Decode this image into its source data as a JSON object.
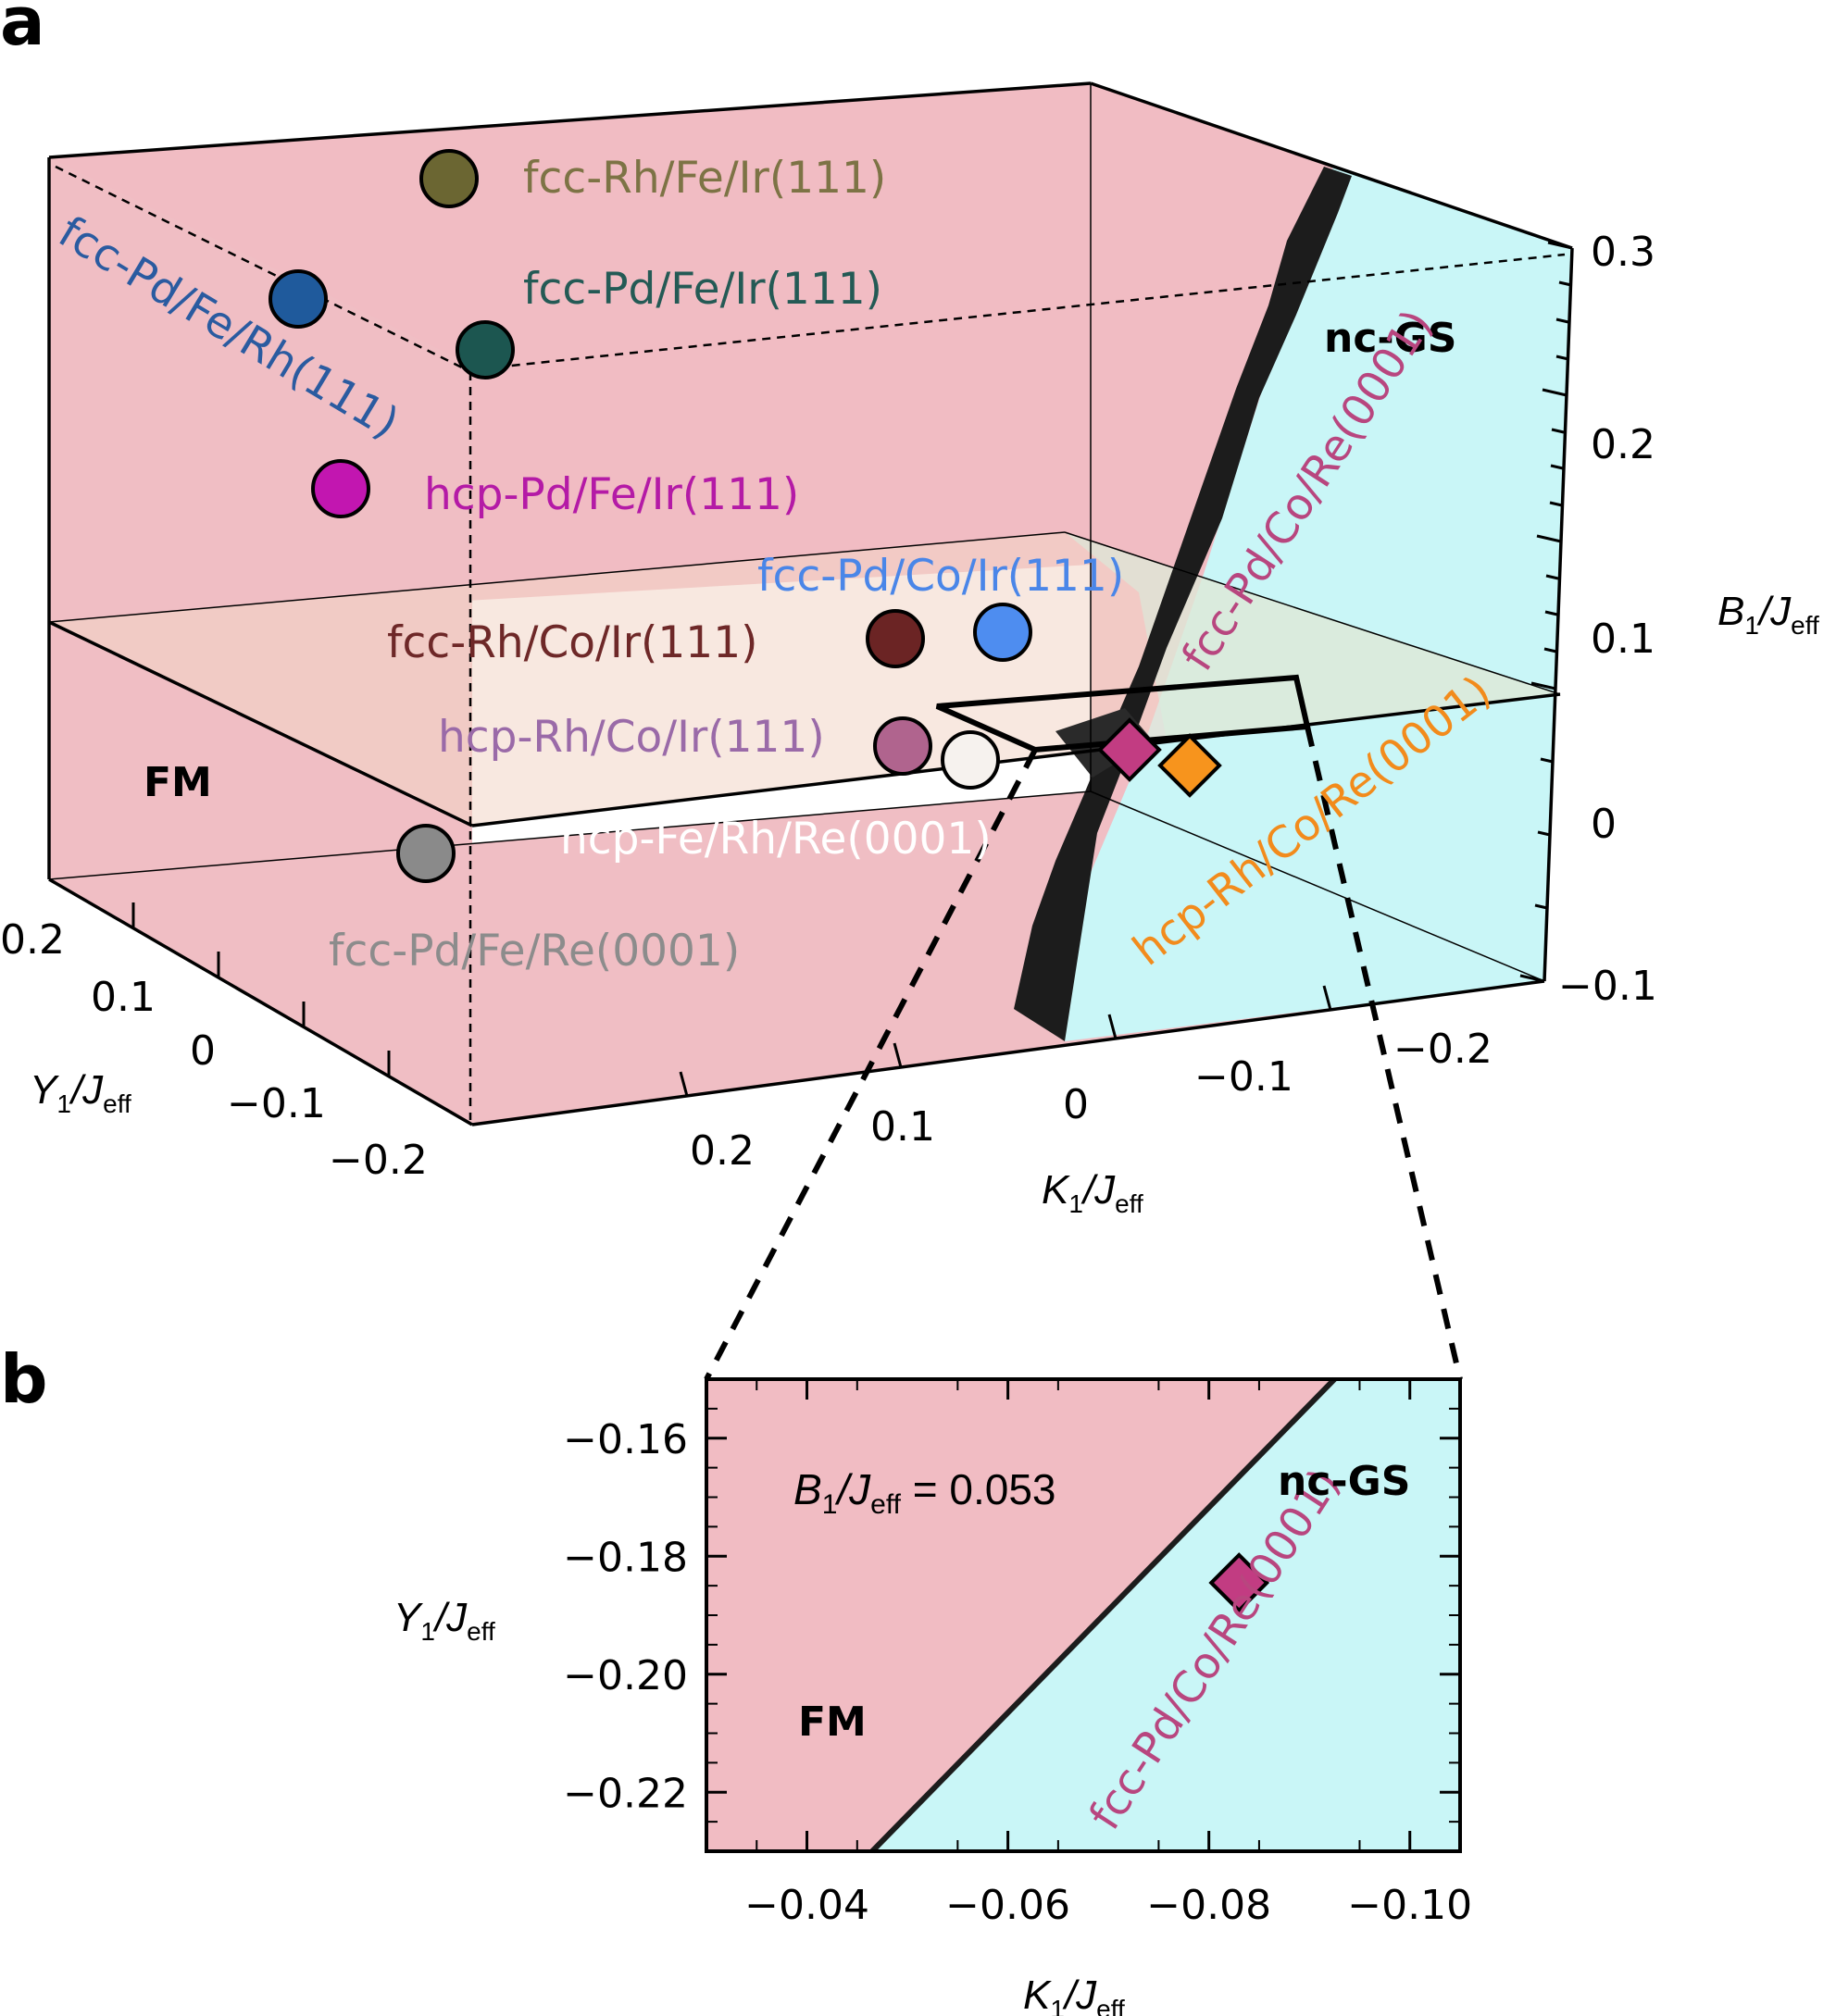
{
  "panel_labels": {
    "a": "a",
    "b": "b"
  },
  "colors": {
    "fm_region": "#f1bcc3",
    "ncgs_region": "#c9f6f7",
    "boundary": "#1c1c1c"
  },
  "chart_data": [
    {
      "panel": "a",
      "type": "scatter",
      "view": "3d",
      "axes": {
        "x": {
          "label_main": "K",
          "label_sub": "1",
          "label_div": "/J",
          "label_sub2": "eff",
          "ticks": [
            "0.2",
            "0.1",
            "0",
            "−0.1",
            "−0.2"
          ]
        },
        "y": {
          "label_main": "Y",
          "label_sub": "1",
          "label_div": "/J",
          "label_sub2": "eff",
          "ticks": [
            "0.2",
            "0.1",
            "0",
            "−0.1",
            "−0.2"
          ]
        },
        "z": {
          "label_main": "B",
          "label_sub": "1",
          "label_div": "/J",
          "label_sub2": "eff",
          "ticks": [
            "0.3",
            "0.2",
            "0.1",
            "0",
            "−0.1"
          ]
        }
      },
      "regions": [
        {
          "label": "FM",
          "color": "#f1bcc3"
        },
        {
          "label": "nc-GS",
          "color": "#c9f6f7"
        }
      ],
      "slice_plane": {
        "B1": 0.053
      },
      "points": [
        {
          "label": "fcc-Rh/Fe/Ir(111)",
          "marker": "circle",
          "color": "#6b6632",
          "label_color": "#7d7345"
        },
        {
          "label": "fcc-Pd/Fe/Rh(111)",
          "marker": "circle",
          "color": "#1f5a9c",
          "label_color": "#2a5ba0"
        },
        {
          "label": "fcc-Pd/Fe/Ir(111)",
          "marker": "circle",
          "color": "#1c5650",
          "label_color": "#245a55"
        },
        {
          "label": "hcp-Pd/Fe/Ir(111)",
          "marker": "circle",
          "color": "#c216b0",
          "label_color": "#b41aa6"
        },
        {
          "label": "fcc-Pd/Co/Ir(111)",
          "marker": "circle",
          "color": "#4e8df0",
          "label_color": "#4a86e8"
        },
        {
          "label": "fcc-Rh/Co/Ir(111)",
          "marker": "circle",
          "color": "#6b2424",
          "label_color": "#6e2828"
        },
        {
          "label": "hcp-Rh/Co/Ir(111)",
          "marker": "circle",
          "color": "#b0648e",
          "label_color": "#9a6aa8"
        },
        {
          "label": "hcp-Fe/Rh/Re(0001)",
          "marker": "circle",
          "color": "#f6f2ee",
          "label_color": "#ffffff"
        },
        {
          "label": "fcc-Pd/Fe/Re(0001)",
          "marker": "circle",
          "color": "#8a8a8a",
          "label_color": "#8c8c8c"
        },
        {
          "label": "fcc-Pd/Co/Re(0001)",
          "marker": "diamond",
          "color": "#c23c82",
          "label_color": "#b8467f"
        },
        {
          "label": "hcp-Rh/Co/Re(0001)",
          "marker": "diamond",
          "color": "#f7941d",
          "label_color": "#f28b1c"
        }
      ]
    },
    {
      "panel": "b",
      "type": "scatter",
      "title_main": "B",
      "title_sub": "1",
      "title_div": "/J",
      "title_sub2": "eff",
      "title_value": " = 0.053",
      "xlabel_main": "K",
      "xlabel_sub": "1",
      "xlabel_div": "/J",
      "xlabel_sub2": "eff",
      "ylabel_main": "Y",
      "ylabel_sub": "1",
      "ylabel_div": "/J",
      "ylabel_sub2": "eff",
      "xlim": [
        -0.03,
        -0.105
      ],
      "ylim": [
        -0.23,
        -0.15
      ],
      "xticks": [
        -0.04,
        -0.06,
        -0.08,
        -0.1
      ],
      "xtick_labels": [
        "−0.04",
        "−0.06",
        "−0.08",
        "−0.10"
      ],
      "yticks": [
        -0.16,
        -0.18,
        -0.2,
        -0.22
      ],
      "ytick_labels": [
        "−0.16",
        "−0.18",
        "−0.20",
        "−0.22"
      ],
      "boundary": {
        "x": [
          -0.0465,
          -0.0925
        ],
        "y": [
          -0.23,
          -0.15
        ]
      },
      "regions": [
        {
          "label": "FM",
          "color": "#f1bcc3"
        },
        {
          "label": "nc-GS",
          "color": "#c9f6f7"
        }
      ],
      "points": [
        {
          "label": "fcc-Pd/Co/Re(0001)",
          "marker": "diamond",
          "x": -0.083,
          "y": -0.1845,
          "color": "#c23c82",
          "label_color": "#b8467f"
        }
      ]
    }
  ]
}
